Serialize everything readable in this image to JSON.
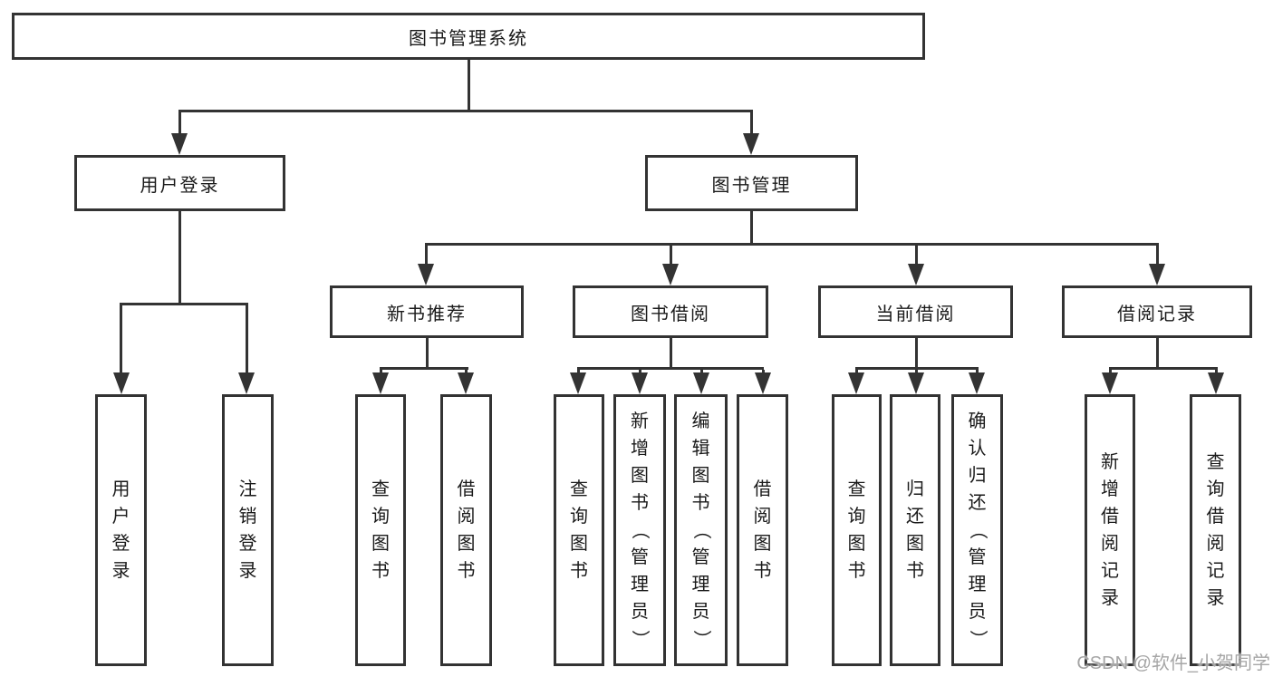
{
  "diagram_title": "图书管理系统",
  "tree": {
    "label": "图书管理系统",
    "children": [
      {
        "label": "用户登录",
        "children": [
          {
            "label": "用户登录"
          },
          {
            "label": "注销登录"
          }
        ]
      },
      {
        "label": "图书管理",
        "children": [
          {
            "label": "新书推荐",
            "children": [
              {
                "label": "查询图书"
              },
              {
                "label": "借阅图书"
              }
            ]
          },
          {
            "label": "图书借阅",
            "children": [
              {
                "label": "查询图书"
              },
              {
                "label": "新增图书（管理员）"
              },
              {
                "label": "编辑图书（管理员）"
              },
              {
                "label": "借阅图书"
              }
            ]
          },
          {
            "label": "当前借阅",
            "children": [
              {
                "label": "查询图书"
              },
              {
                "label": "归还图书"
              },
              {
                "label": "确认归还（管理员）"
              }
            ]
          },
          {
            "label": "借阅记录",
            "children": [
              {
                "label": "新增借阅记录"
              },
              {
                "label": "查询借阅记录"
              }
            ]
          }
        ]
      }
    ]
  },
  "watermark": {
    "text": "CSDN @软件_小贺同学"
  },
  "colors": {
    "line": "#333333",
    "box_border": "#333333",
    "text": "#1a1a1a",
    "background": "#ffffff",
    "watermark": "#a6a6a6"
  }
}
